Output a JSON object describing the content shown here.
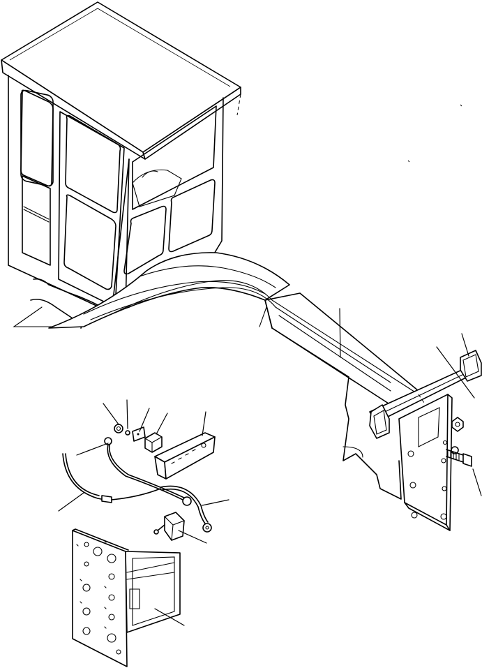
{
  "diagram": {
    "title": "",
    "components": [
      {
        "id": "cab",
        "icon": "operator-cab-drawing"
      },
      {
        "id": "main-frame",
        "icon": "front-frame-arm-drawing"
      },
      {
        "id": "front-lamp-bracket",
        "icon": "lamp-bracket-drawing"
      },
      {
        "id": "work-lamp-left",
        "icon": "work-lamp-drawing"
      },
      {
        "id": "work-lamp-right",
        "icon": "work-lamp-drawing"
      },
      {
        "id": "bolt",
        "icon": "bolt-drawing"
      },
      {
        "id": "nut",
        "icon": "nut-drawing"
      },
      {
        "id": "wiring-harness",
        "icon": "harness-drawing"
      },
      {
        "id": "relay",
        "icon": "relay-drawing"
      },
      {
        "id": "relay-bracket",
        "icon": "bracket-drawing"
      },
      {
        "id": "clip",
        "icon": "clip-drawing"
      },
      {
        "id": "washer",
        "icon": "washer-drawing"
      },
      {
        "id": "ground-cable",
        "icon": "ground-cable-drawing"
      },
      {
        "id": "toggle-switch",
        "icon": "toggle-switch-drawing"
      },
      {
        "id": "switch-panel",
        "icon": "switch-panel-drawing"
      }
    ],
    "callouts": [
      {
        "target": "main-frame",
        "label": ""
      },
      {
        "target": "work-lamp-right",
        "label": ""
      },
      {
        "target": "front-lamp-bracket",
        "label": ""
      },
      {
        "target": "bolt",
        "label": ""
      },
      {
        "target": "nut",
        "label": ""
      },
      {
        "target": "washer",
        "label": ""
      },
      {
        "target": "clip",
        "label": ""
      },
      {
        "target": "relay",
        "label": ""
      },
      {
        "target": "relay-bracket",
        "label": ""
      },
      {
        "target": "wiring-harness",
        "label": ""
      },
      {
        "target": "ground-cable",
        "label": ""
      },
      {
        "target": "toggle-switch",
        "label": ""
      },
      {
        "target": "switch-panel",
        "label": ""
      }
    ]
  }
}
